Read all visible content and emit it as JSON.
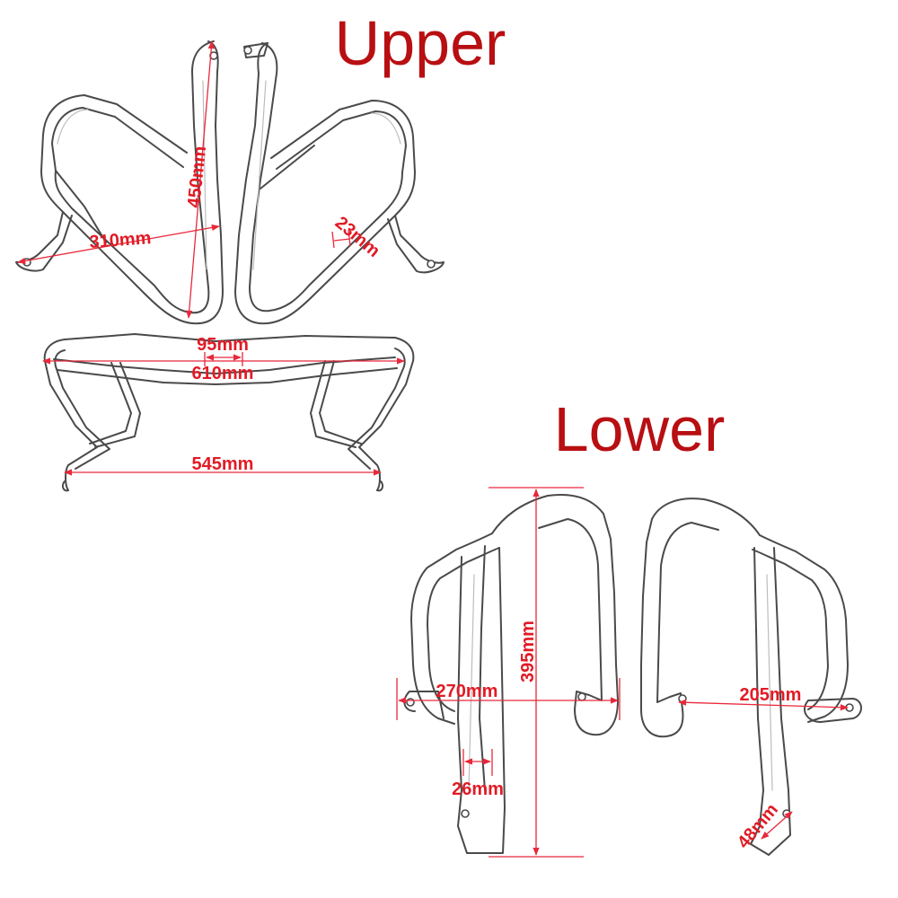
{
  "headings": {
    "upper": "Upper",
    "lower": "Lower"
  },
  "dimensions": {
    "upper_height": "450mm",
    "upper_depth": "310mm",
    "upper_tube": "23mm",
    "front_mount": "95mm",
    "front_width": "610mm",
    "front_base": "545mm",
    "lower_height": "395mm",
    "lower_depth": "270mm",
    "lower_tube": "26mm",
    "lower_mount_span": "205mm",
    "lower_tab": "48mm"
  },
  "colors": {
    "heading": "#b80f12",
    "dimension": "#e11b25",
    "outline": "#4a4a4a"
  }
}
